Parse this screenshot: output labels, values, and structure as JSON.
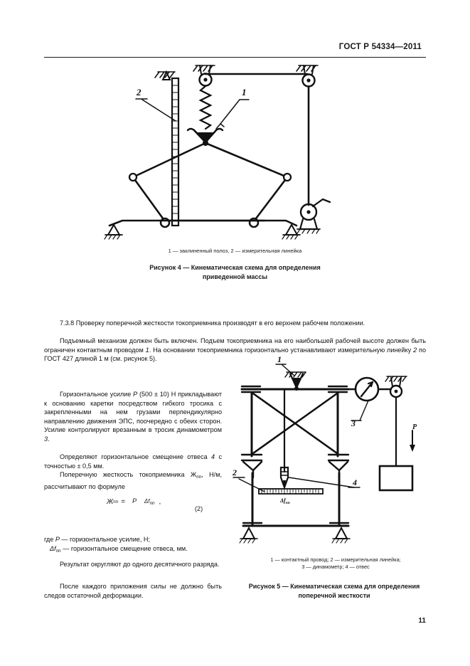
{
  "document": {
    "standard_header": "ГОСТ Р 54334—2011",
    "page_number": "11"
  },
  "figure4": {
    "legend": "1 — заклиненный полоз, 2 — измерительная линейка",
    "caption_line1": "Рисунок  4 — Кинематическая схема для определения",
    "caption_line2": "приведенной массы",
    "callouts": {
      "one": "1",
      "two": "2"
    }
  },
  "figure5": {
    "legend_line1": "1 — контактный провод; 2 — измерительная линейка;",
    "legend_line2": "3  — динамометр; 4 — отвес",
    "caption_line1": "Рисунок  5 — Кинематическая схема для определения",
    "caption_line2": "поперечной жесткости",
    "callouts": {
      "one": "1",
      "two": "2",
      "three": "3",
      "four": "4"
    },
    "force_label": "P",
    "ruler_label": "Δf",
    "ruler_label_sub": "пп"
  },
  "body": {
    "p1": "7.3.8 Проверку поперечной жесткости токоприемника производят в его верхнем рабочем положении.",
    "p2": "Подъемный механизм должен быть включен. Подъем токоприемника на его наибольшей рабочей высоте должен быть ограничен контактным проводом 1. На основании токоприемника горизонтально устанавливают измерительную линейку 2 по ГОСТ 427 длиной 1 м (см. рисунок 5).",
    "p3": "Горизонтальное усилие P (500 ± 10) Н прикладывают к основанию каретки посредством гибкого тросика с закрепленными на нем грузами перпендикулярно направлению движения ЭПС, поочередно с обеих сторон. Усилие контролируют врезанным в тросик динамометром 3.",
    "p4": "Определяют горизонтальное смещение отвеса 4 с точностью ± 0,5 мм.",
    "p5_line1": "Поперечную жесткость токоприемника Ж",
    "p5_sub": "пп",
    "p5_line2": ", Н/м, рассчитывают по формуле",
    "where_label": "где ",
    "where_p": "P",
    "where_p_def": " — горизонтальное усилие, Н;",
    "where_df": "Δf",
    "where_df_sub": "пп",
    "where_df_def": " — горизонтальное смещение отвеса, мм.",
    "p6": "Результат округляют до одного десятичного разряда.",
    "p7": "После каждого приложения силы не должно быть следов остаточной деформации."
  },
  "formula": {
    "lhs": "Ж",
    "lhs_sub": "пп",
    "eq": "=",
    "numerator": "P",
    "denominator": "Δf",
    "denominator_sub": "пп",
    "comma": ",",
    "number": "(2)"
  }
}
